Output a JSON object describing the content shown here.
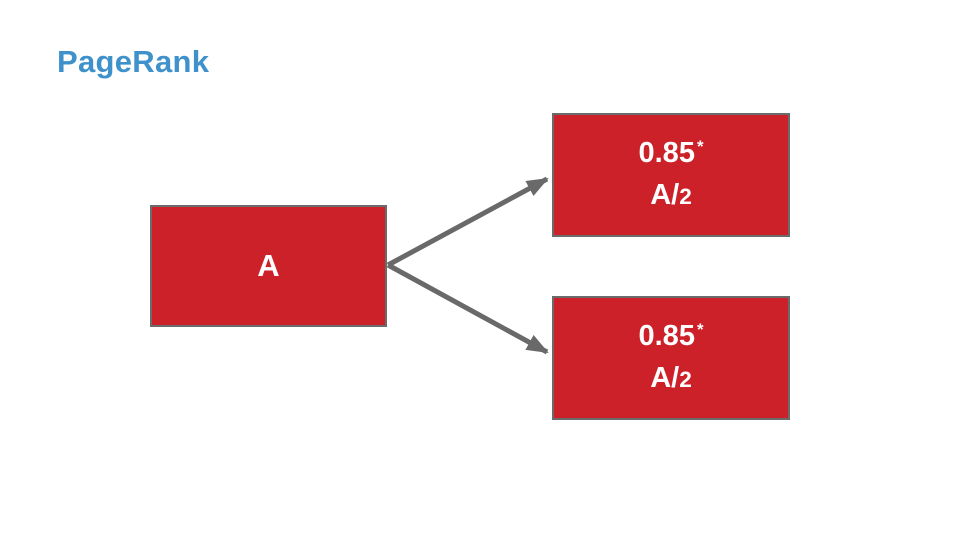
{
  "slide": {
    "title": "PageRank"
  },
  "colors": {
    "title_blue": "#3E91CB",
    "node_red": "#CD2129",
    "node_border_gray": "#6B6B6B",
    "arrow_gray": "#696969",
    "node_text_white": "#FFFFFF",
    "background": "#FFFFFF"
  },
  "diagram": {
    "source_node": {
      "label": "A"
    },
    "target_nodes": [
      {
        "line1": "0.85",
        "line1_sup": "*",
        "line2_head": "A/",
        "line2_tail": "2"
      },
      {
        "line1": "0.85",
        "line1_sup": "*",
        "line2_head": "A/",
        "line2_tail": "2"
      }
    ]
  }
}
